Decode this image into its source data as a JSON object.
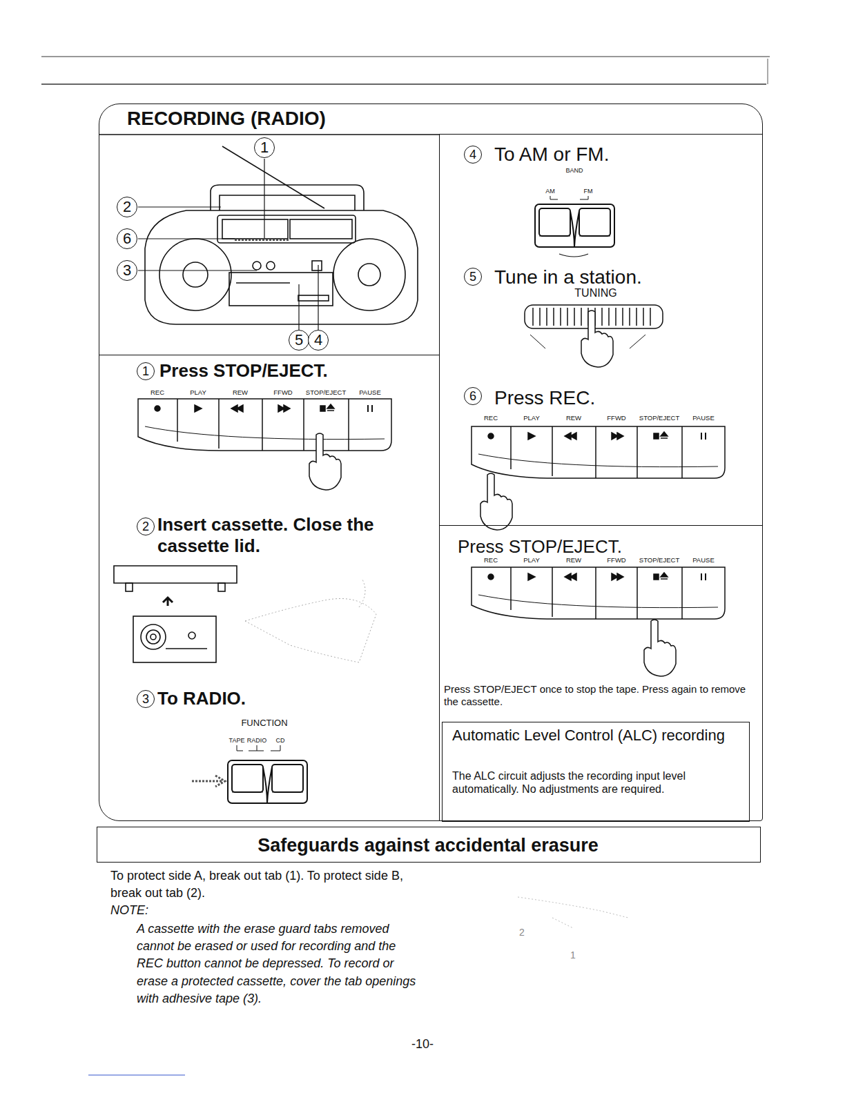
{
  "diagram": {
    "title": "RECORDING (RADIO)",
    "nodes": [
      {
        "text": [
          "RECORDING (RADIO)"
        ]
      },
      {
        "text": [
          "Press STOP/EJECT.",
          "Insert cassette. Close the cassette lid.",
          "To RADIO."
        ],
        "in": 0
      },
      {
        "text": [
          "To AM or FM.",
          "Tune in a station.",
          "Press REC."
        ],
        "in": 0
      },
      {
        "text": [
          "Press STOP/EJECT.",
          "Press STOP/EJECT once to stop the tape. Press again to remove the cassette."
        ],
        "in": 0
      },
      {
        "text": [
          "Automatic Level Control (ALC) recording",
          "The ALC circuit adjusts the recording input level automatically. No adjustments are required."
        ],
        "in": 0
      },
      {
        "text": [
          "Safeguards against accidental erasure"
        ]
      }
    ],
    "labels": [
      "1",
      "2",
      "6",
      "3",
      "5",
      "4",
      "1",
      "REC",
      "PLAY",
      "REW",
      "FFWD",
      "STOP/EJECT",
      "PAUSE",
      "2",
      "3",
      "FUNCTION",
      "TAPE",
      "RADIO",
      "CD",
      "4",
      "BAND",
      "AM",
      "FM",
      "5",
      "TUNING",
      "6",
      "REC",
      "PLAY",
      "REW",
      "FFWD",
      "STOP/EJECT",
      "PAUSE",
      "REC",
      "PLAY",
      "REW",
      "FFWD",
      "STOP/EJECT",
      "PAUSE",
      "To protect side A, break out tab (1). To protect side B, break out tab (2).",
      "NOTE:",
      "A cassette with the erase guard tabs removed cannot be erased or used for recording and the REC button cannot be depressed. To record or erase a protected cassette, cover the tab openings with adhesive tape (3).",
      "2",
      "1",
      "-10-"
    ]
  }
}
